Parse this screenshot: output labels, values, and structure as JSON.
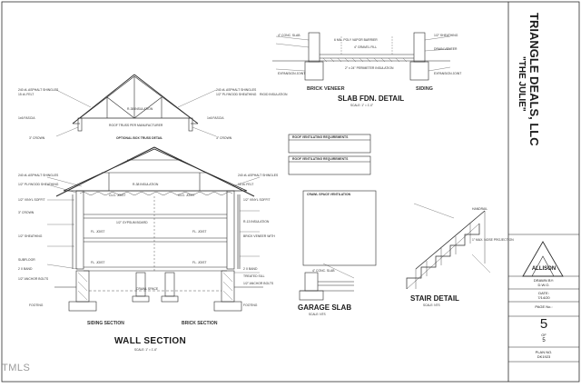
{
  "sections": {
    "wall_section_title": "WALL SECTION",
    "wall_section_scale": "SCALE: 1\" = 1'-6\"",
    "siding_section_label": "SIDING SECTION",
    "brick_section_label": "BRICK SECTION",
    "optional_truss_label": "OPTIONAL BOX TRUSS DETAIL",
    "slab_fdn_title": "SLAB FDN. DETAIL",
    "slab_fdn_scale": "SCALE: 1\" = 1'-0\"",
    "brick_veneer_label": "BRICK VENEER",
    "siding_label": "SIDING",
    "garage_slab_title": "GARAGE SLAB",
    "garage_slab_scale": "SCALE: NTS",
    "stair_detail_title": "STAIR DETAIL",
    "stair_detail_scale": "SCALE: NTS",
    "roof_vent_1": "ROOF VENTILATING REQUIREMENTS",
    "roof_vent_2": "ROOF VENTILATING REQUIREMENTS",
    "crawl_space_vent": "CRAWL SPACE VENTILATION"
  },
  "labels": {
    "asphalt_shingles": "240 #L ASPHALT SHINGLES",
    "felt": "15 #L FELT",
    "plywood": "1/2\" PLYWOOD SHEATHING",
    "r38": "R-38 INSULATION",
    "fascia": "1x6 FASCIA",
    "soffit": "1/2\" VINYL SOFFIT",
    "crown": "3\" CROWN",
    "roof_truss": "ROOF TRUSS PER MANUFACTURER",
    "ceil_joist": "CLG. JOIST",
    "fl_joist": "FL. JOIST",
    "r13": "R-13 INSULATION",
    "sheathing": "1/2\" SHEATHING",
    "subfloor": "SUBFLOOR",
    "band": "2 X BAND",
    "sill": "TREATED SILL",
    "anchor": "1/2\" ANCHOR BOLTS",
    "footing": "FOOTING",
    "crawl": "CRAWL SPACE",
    "gypsum": "1/2\" GYPSUM BOARD",
    "brick_veneer": "BRICK VENEER WITH",
    "conc_slab": "4\" CONC. SLAB",
    "vapor": "6 MIL. POLY VAPOR BARRIER",
    "gravel": "4\" GRAVEL FILL",
    "expansion": "EXPANSION JOINT",
    "drain": "DRAIN VENEER",
    "perimeter": "2\" x 24\" PERIMETER INSULATION",
    "rigid": "RIGID INSULATION",
    "nose": "1\" MAX. NOSE PROJECTION",
    "handrail": "HANDRAIL"
  },
  "title_block": {
    "company": "TRIANGLE DEALS, LLC",
    "plan_name": "\"THE JULIE\"",
    "logo_text": "ALLISON",
    "drawn_by_label": "DRAWN BY:",
    "drawn_by": "D.W.O.",
    "date_label": "DATE:",
    "date": "7/14/20",
    "page_no_label": "PAGE No.:",
    "page_no": "5",
    "of_label": "OF",
    "total_pages": "5",
    "plan_no_label": "PLAN NO.",
    "plan_no": "DK1923"
  },
  "watermark": "TMLS",
  "colors": {
    "line": "#2b2b2b",
    "background": "#ffffff",
    "watermark": "#9a9a9a"
  }
}
